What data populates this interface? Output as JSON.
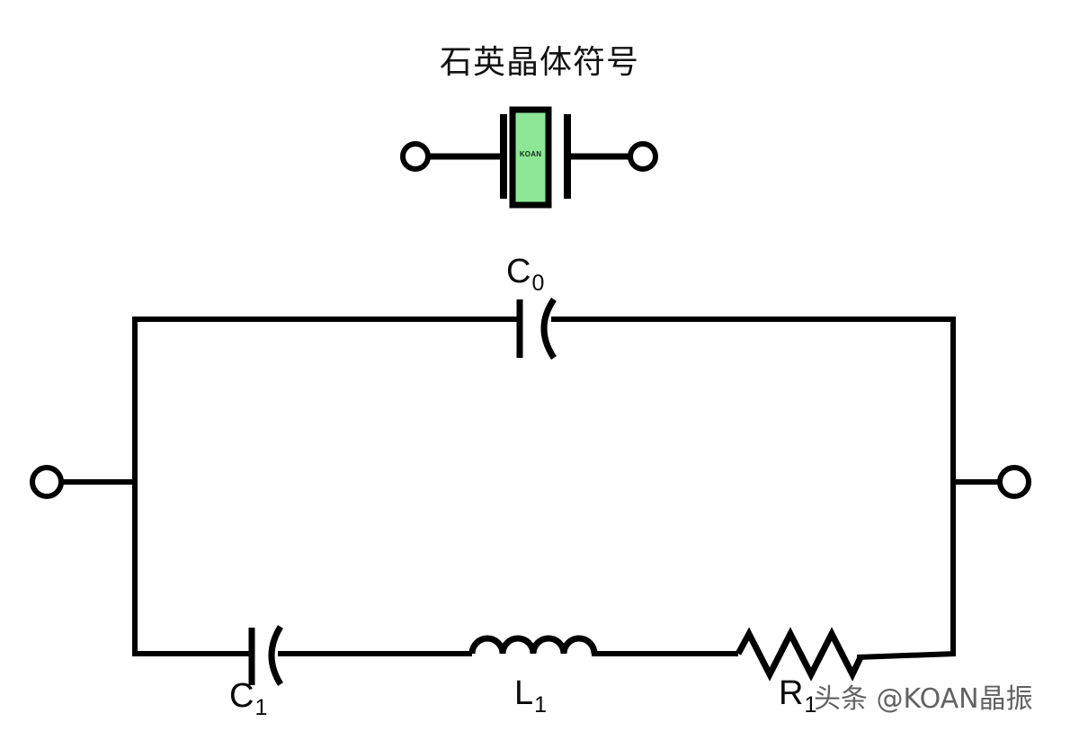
{
  "title": "石英晶体符号",
  "symbol": {
    "chip_label": "KOAN",
    "chip_color": "#8CE896",
    "stroke_color": "#000000",
    "left_terminal_name": "terminal",
    "right_terminal_name": "terminal"
  },
  "circuit": {
    "components": [
      {
        "id": "C0",
        "letter": "C",
        "subscript": "0",
        "type": "capacitor",
        "branch": "top"
      },
      {
        "id": "C1",
        "letter": "C",
        "subscript": "1",
        "type": "capacitor",
        "branch": "bottom"
      },
      {
        "id": "L1",
        "letter": "L",
        "subscript": "1",
        "type": "inductor",
        "branch": "bottom"
      },
      {
        "id": "R1",
        "letter": "R",
        "subscript": "1",
        "type": "resistor",
        "branch": "bottom"
      }
    ],
    "labels": {
      "c0": "C",
      "c0_sub": "0",
      "c1": "C",
      "c1_sub": "1",
      "l1": "L",
      "l1_sub": "1",
      "r1": "R",
      "r1_sub": "1"
    },
    "line_color": "#000000",
    "line_width": 6
  },
  "watermark": {
    "text": "头条 @KOAN晶振"
  }
}
